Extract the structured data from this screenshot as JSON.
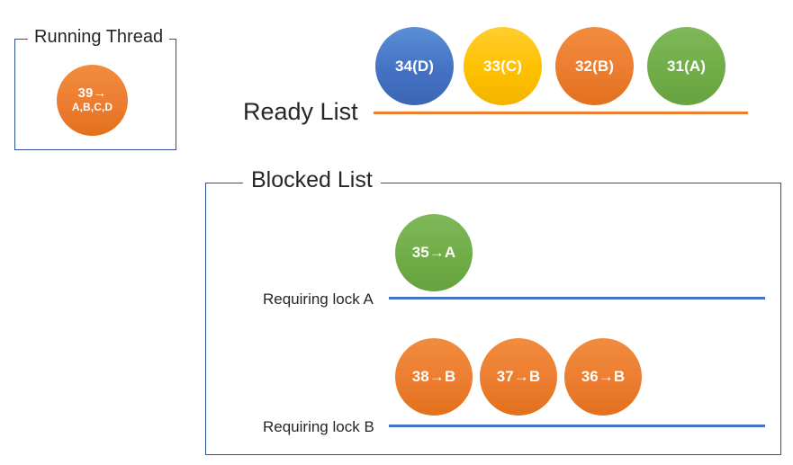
{
  "diagram": {
    "title": "Thread scheduling state: running thread, ready list and blocked list",
    "colors": {
      "blue": "#4472C4",
      "yellow": "#FFC000",
      "orange": "#ED7D31",
      "green": "#70AD47",
      "box_border": "#2E5395",
      "text": "#262626"
    }
  },
  "running_thread": {
    "title": "Running Thread",
    "node": {
      "id": "39",
      "line1": "39→",
      "line2": "A,B,C,D",
      "color": "orange"
    }
  },
  "ready_list": {
    "label": "Ready List",
    "line_color": "#ED7D31",
    "nodes": [
      {
        "id": "34",
        "label": "34(D)",
        "color": "blue"
      },
      {
        "id": "33",
        "label": "33(C)",
        "color": "yellow"
      },
      {
        "id": "32",
        "label": "32(B)",
        "color": "orange"
      },
      {
        "id": "31",
        "label": "31(A)",
        "color": "green"
      }
    ]
  },
  "blocked_list": {
    "title": "Blocked List",
    "queues": [
      {
        "label": "Requiring lock A",
        "line_color": "#4472C4",
        "nodes": [
          {
            "id": "35",
            "label": "35→A",
            "color": "green"
          }
        ]
      },
      {
        "label": "Requiring lock B",
        "line_color": "#4472C4",
        "nodes": [
          {
            "id": "38",
            "label": "38→B",
            "color": "orange"
          },
          {
            "id": "37",
            "label": "37→B",
            "color": "orange"
          },
          {
            "id": "36",
            "label": "36→B",
            "color": "orange"
          }
        ]
      }
    ]
  }
}
